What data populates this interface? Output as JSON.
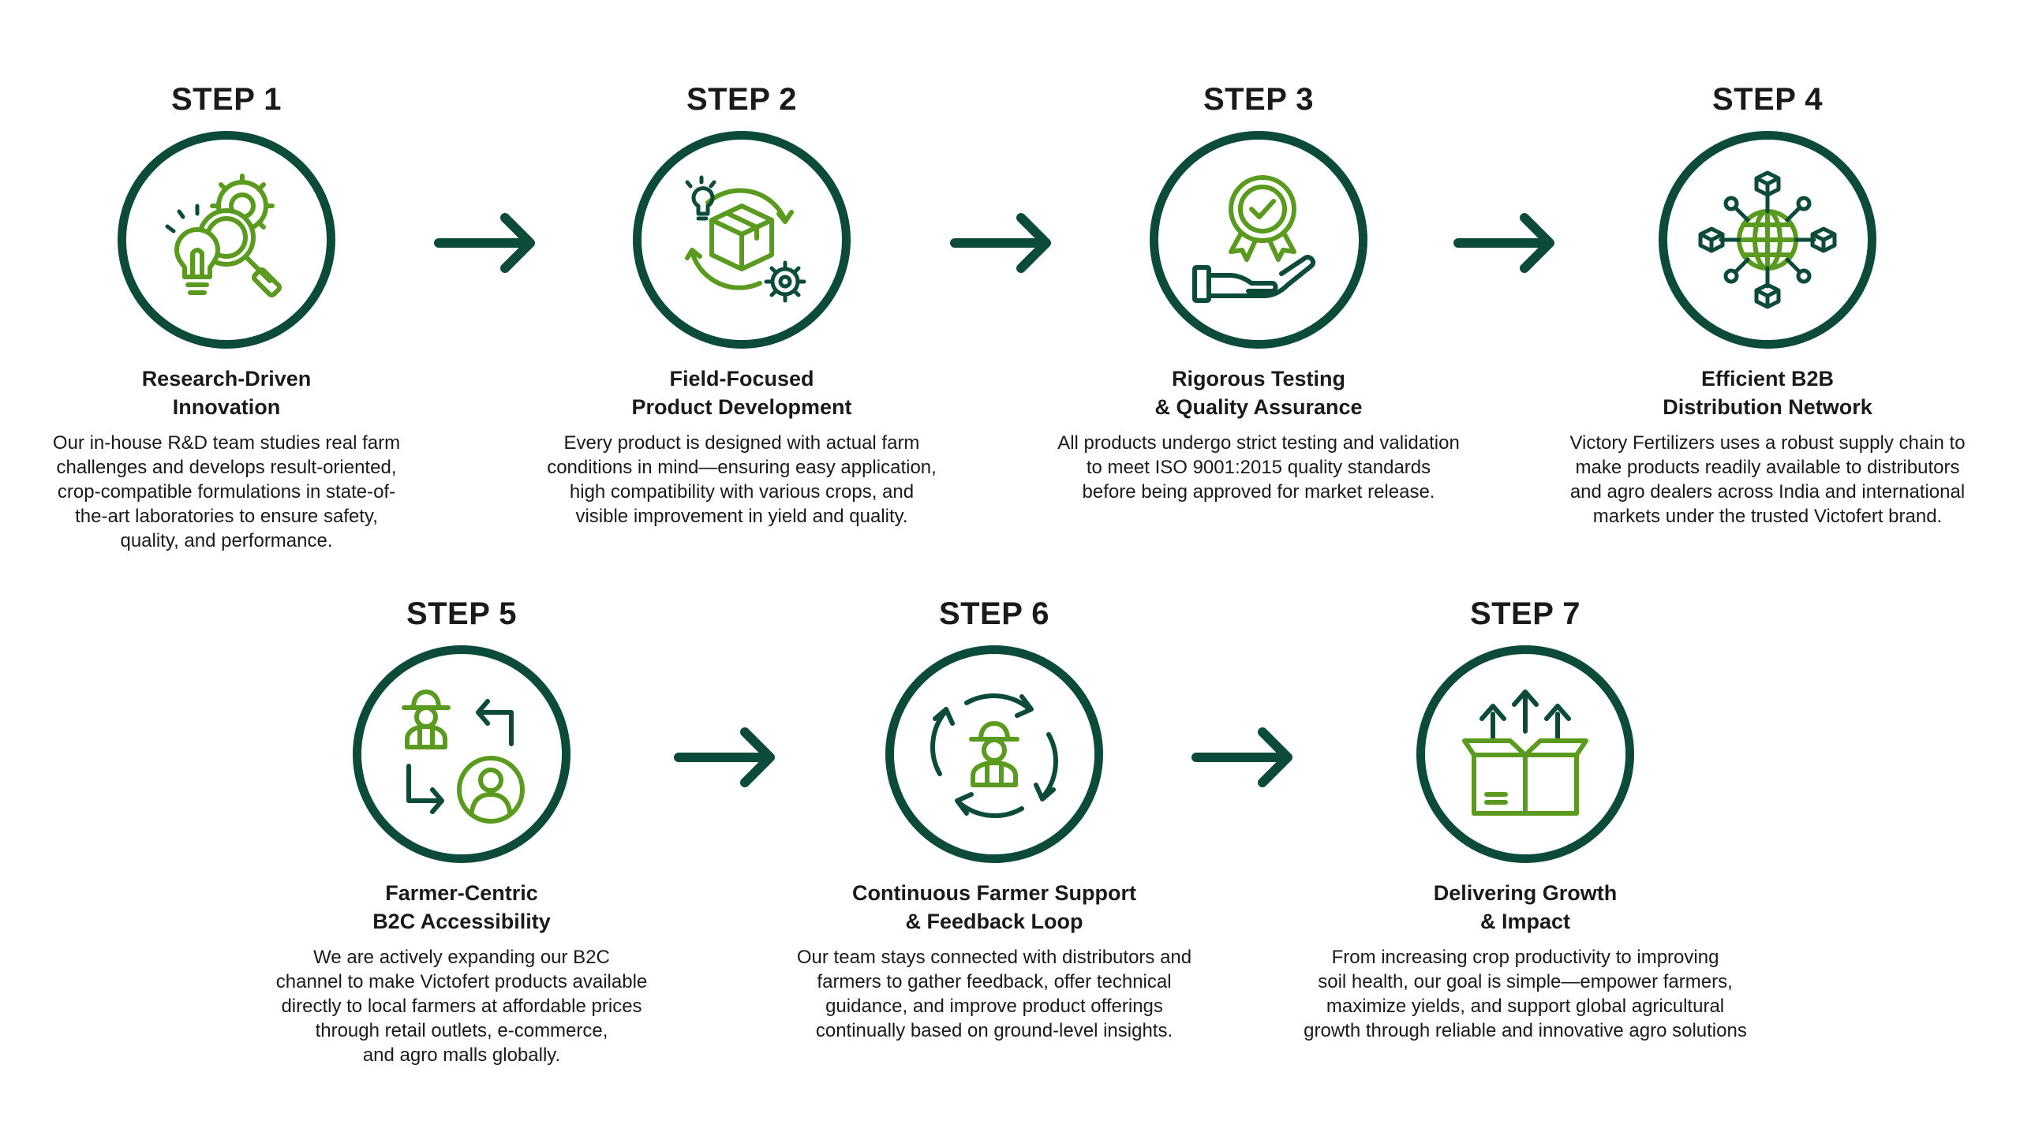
{
  "colors": {
    "ring": "#0c4a3a",
    "icon_green": "#5a9a1e",
    "icon_dark": "#0c4a3a",
    "text": "#1a1a1a"
  },
  "steps": [
    {
      "label": "STEP 1",
      "icon": "research-magnifier-bulb-gear-icon",
      "title_lines": [
        "Research-Driven",
        "Innovation"
      ],
      "desc_lines": [
        "Our in-house R&D team studies real farm",
        "challenges and develops result-oriented,",
        "crop-compatible formulations in state-of-",
        "the-art laboratories to ensure safety,",
        "quality, and performance."
      ]
    },
    {
      "label": "STEP 2",
      "icon": "product-box-cycle-icon",
      "title_lines": [
        "Field-Focused",
        "Product Development"
      ],
      "desc_lines": [
        "Every product is designed with actual farm",
        "conditions in mind—ensuring easy application,",
        "high compatibility with various crops, and",
        "visible improvement in yield and quality."
      ]
    },
    {
      "label": "STEP 3",
      "icon": "quality-badge-hand-icon",
      "title_lines": [
        "Rigorous Testing",
        "& Quality Assurance"
      ],
      "desc_lines": [
        "All products undergo strict testing and validation",
        "to meet ISO 9001:2015 quality standards",
        "before being approved for market release."
      ]
    },
    {
      "label": "STEP 4",
      "icon": "globe-network-boxes-icon",
      "title_lines": [
        "Efficient B2B",
        "Distribution Network"
      ],
      "desc_lines": [
        "Victory Fertilizers uses a robust supply chain to",
        "make products readily available to distributors",
        "and agro dealers across India and international",
        "markets under the trusted Victofert brand."
      ]
    },
    {
      "label": "STEP 5",
      "icon": "farmer-exchange-icon",
      "title_lines": [
        "Farmer-Centric",
        "B2C Accessibility"
      ],
      "desc_lines": [
        "We are actively expanding our B2C",
        "channel to make Victofert products available",
        "directly to local farmers at affordable prices",
        "through retail outlets, e-commerce,",
        "and agro malls globally."
      ]
    },
    {
      "label": "STEP 6",
      "icon": "farmer-feedback-cycle-icon",
      "title_lines": [
        "Continuous Farmer Support",
        "& Feedback Loop"
      ],
      "desc_lines": [
        "Our team stays connected with distributors and",
        "farmers to gather feedback, offer technical",
        "guidance, and improve product offerings",
        "continually based on ground-level insights."
      ]
    },
    {
      "label": "STEP 7",
      "icon": "growth-box-arrows-icon",
      "title_lines": [
        "Delivering Growth",
        "& Impact"
      ],
      "desc_lines": [
        "From increasing crop productivity to improving",
        "soil health, our goal is simple—empower farmers,",
        "maximize yields, and support global agricultural",
        "growth through reliable and innovative agro solutions"
      ]
    }
  ]
}
